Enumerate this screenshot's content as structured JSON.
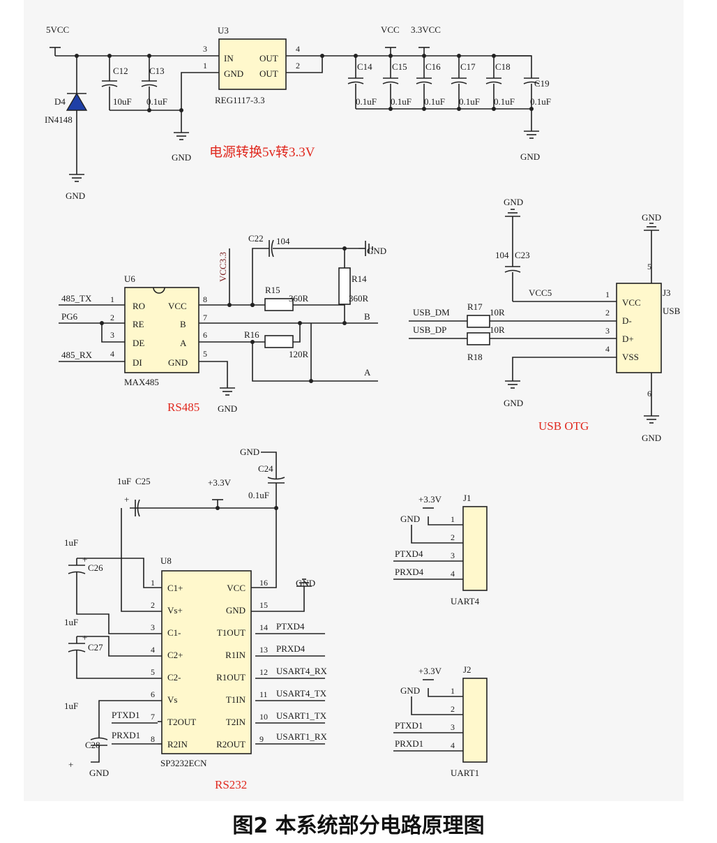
{
  "caption": "图2 本系统部分电路原理图",
  "power": {
    "title": "电源转换5v转3.3V",
    "net_5vcc": "5VCC",
    "net_vcc": "VCC",
    "net_3v3": "3.3VCC",
    "gnd": "GND",
    "regulator": {
      "ref": "U3",
      "part": "REG1117-3.3",
      "pin_in": "IN",
      "pin_gnd": "GND",
      "pin_out": "OUT",
      "pin_out2": "OUT",
      "n3": "3",
      "n1": "1",
      "n4": "4",
      "n2": "2"
    },
    "diode": {
      "ref": "D4",
      "part": "IN4148"
    },
    "caps_in": [
      {
        "ref": "C12",
        "value": "10uF"
      },
      {
        "ref": "C13",
        "value": "0.1uF"
      }
    ],
    "caps_out": [
      {
        "ref": "C14",
        "value": "0.1uF"
      },
      {
        "ref": "C15",
        "value": "0.1uF"
      },
      {
        "ref": "C16",
        "value": "0.1uF"
      },
      {
        "ref": "C17",
        "value": "0.1uF"
      },
      {
        "ref": "C18",
        "value": "0.1uF"
      },
      {
        "ref": "C19",
        "value": "0.1uF"
      }
    ]
  },
  "rs485": {
    "title": "RS485",
    "chip": {
      "ref": "U6",
      "part": "MAX485",
      "pins_left": [
        "RO",
        "RE",
        "DE",
        "DI"
      ],
      "pins_right": [
        "VCC",
        "B",
        "A",
        "GND"
      ],
      "nums_left": [
        "1",
        "2",
        "3",
        "4"
      ],
      "nums_right": [
        "8",
        "7",
        "6",
        "5"
      ]
    },
    "nets_left": [
      "485_TX",
      "PG6",
      "485_RX"
    ],
    "vcc": "VCC3.3",
    "gnd": "GND",
    "c22": {
      "ref": "C22",
      "value": "104"
    },
    "r15": {
      "ref": "R15",
      "value": "360R"
    },
    "r14": {
      "ref": "R14",
      "value": "360R"
    },
    "r16": {
      "ref": "R16",
      "value": "120R"
    },
    "net_b": "B",
    "net_a": "A"
  },
  "usb": {
    "title": "USB OTG",
    "connector": {
      "ref": "J3",
      "part": "USB",
      "pins": [
        "VCC",
        "D-",
        "D+",
        "VSS"
      ],
      "nums": [
        "1",
        "2",
        "3",
        "4"
      ],
      "n5": "5",
      "n6": "6"
    },
    "c23": {
      "ref": "C23",
      "value": "104"
    },
    "gnd": "GND",
    "net_vcc": "VCC5",
    "net_dm": "USB_DM",
    "net_dp": "USB_DP",
    "r17": {
      "ref": "R17",
      "value": "10R"
    },
    "r18": {
      "ref": "R18",
      "value": "10R"
    }
  },
  "rs232": {
    "title": "RS232",
    "chip": {
      "ref": "U8",
      "part": "SP3232ECN",
      "pins_left": [
        "C1+",
        "Vs+",
        "C1-",
        "C2+",
        "C2-",
        "Vs",
        "T2OUT",
        "R2IN"
      ],
      "nums_left": [
        "1",
        "2",
        "3",
        "4",
        "5",
        "6",
        "7",
        "8"
      ],
      "pins_right": [
        "VCC",
        "GND",
        "T1OUT",
        "R1IN",
        "R1OUT",
        "T1IN",
        "T2IN",
        "R2OUT"
      ],
      "nums_right": [
        "16",
        "15",
        "14",
        "13",
        "12",
        "11",
        "10",
        "9"
      ]
    },
    "nets_right": [
      "PTXD4",
      "PRXD4",
      "USART4_RX",
      "USART4_TX",
      "USART1_TX",
      "USART1_RX"
    ],
    "nets_left": [
      "PTXD1",
      "PRXD1"
    ],
    "vcc": "+3.3V",
    "gnd": "GND",
    "c24": {
      "ref": "C24",
      "value": "0.1uF"
    },
    "c25": {
      "ref": "C25",
      "value": "1uF"
    },
    "c26": {
      "ref": "C26",
      "value": "1uF"
    },
    "c27": {
      "ref": "C27",
      "value": "1uF"
    },
    "c28": {
      "ref": "C28",
      "value": "1uF"
    }
  },
  "headers": [
    {
      "ref": "J1",
      "name": "UART4",
      "vcc": "+3.3V",
      "gnd": "GND",
      "nets": [
        "PTXD4",
        "PRXD4"
      ],
      "nums": [
        "1",
        "2",
        "3",
        "4"
      ]
    },
    {
      "ref": "J2",
      "name": "UART1",
      "vcc": "+3.3V",
      "gnd": "GND",
      "nets": [
        "PTXD1",
        "PRXD1"
      ],
      "nums": [
        "1",
        "2",
        "3",
        "4"
      ]
    }
  ]
}
